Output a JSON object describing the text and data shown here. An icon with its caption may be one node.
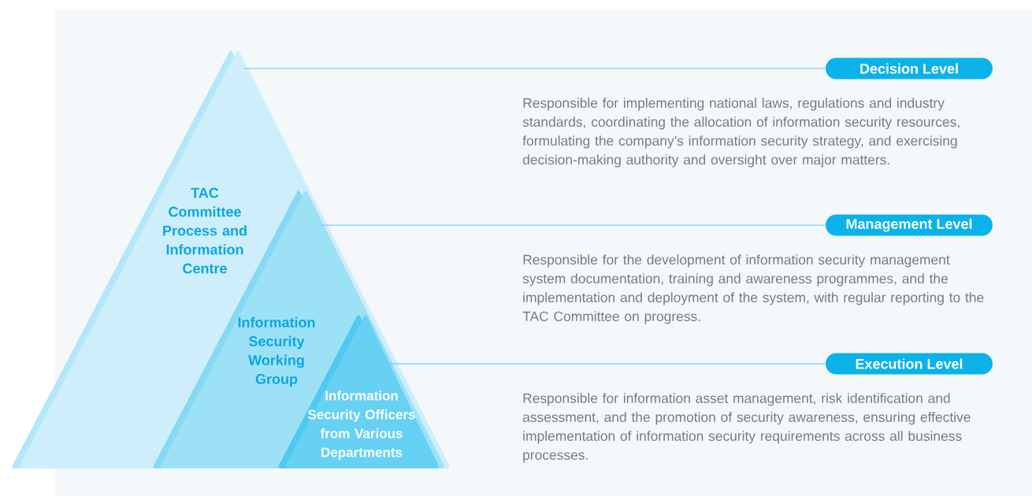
{
  "diagram": {
    "nodes": [
      {
        "text": [
          "TAC Committee Process and Information Centre"
        ]
      },
      {
        "text": [
          "Information Security Working Group"
        ],
        "in": 0
      },
      {
        "text": [
          "Information Security Officers from Various Departments"
        ],
        "in": 1
      },
      {
        "text": [
          "Decision Level"
        ],
        "beside": [
          "Responsible for implementing national laws, regulations and industry standards, coordinating the allocation of information security resources, formulating the company’s information security strategy, and exercising decision-making authority and oversight over major matters."
        ]
      },
      {
        "text": [
          "Management Level"
        ],
        "beside": [
          "Responsible for the development of information security management system documentation, training and awareness programmes, and the implementation and deployment of the system, with regular reporting to the TAC Committee on progress."
        ]
      },
      {
        "text": [
          "Execution Level"
        ],
        "beside": [
          "Responsible for information asset management, risk identification and assessment, and the promotion of security awareness, ensuring effective implementation of information security requirements across all business processes."
        ]
      }
    ],
    "edges": [
      {
        "from": 0,
        "to": 3,
        "arrow": "none"
      },
      {
        "from": 1,
        "to": 4,
        "arrow": "none"
      },
      {
        "from": 2,
        "to": 5,
        "arrow": "none"
      }
    ]
  }
}
